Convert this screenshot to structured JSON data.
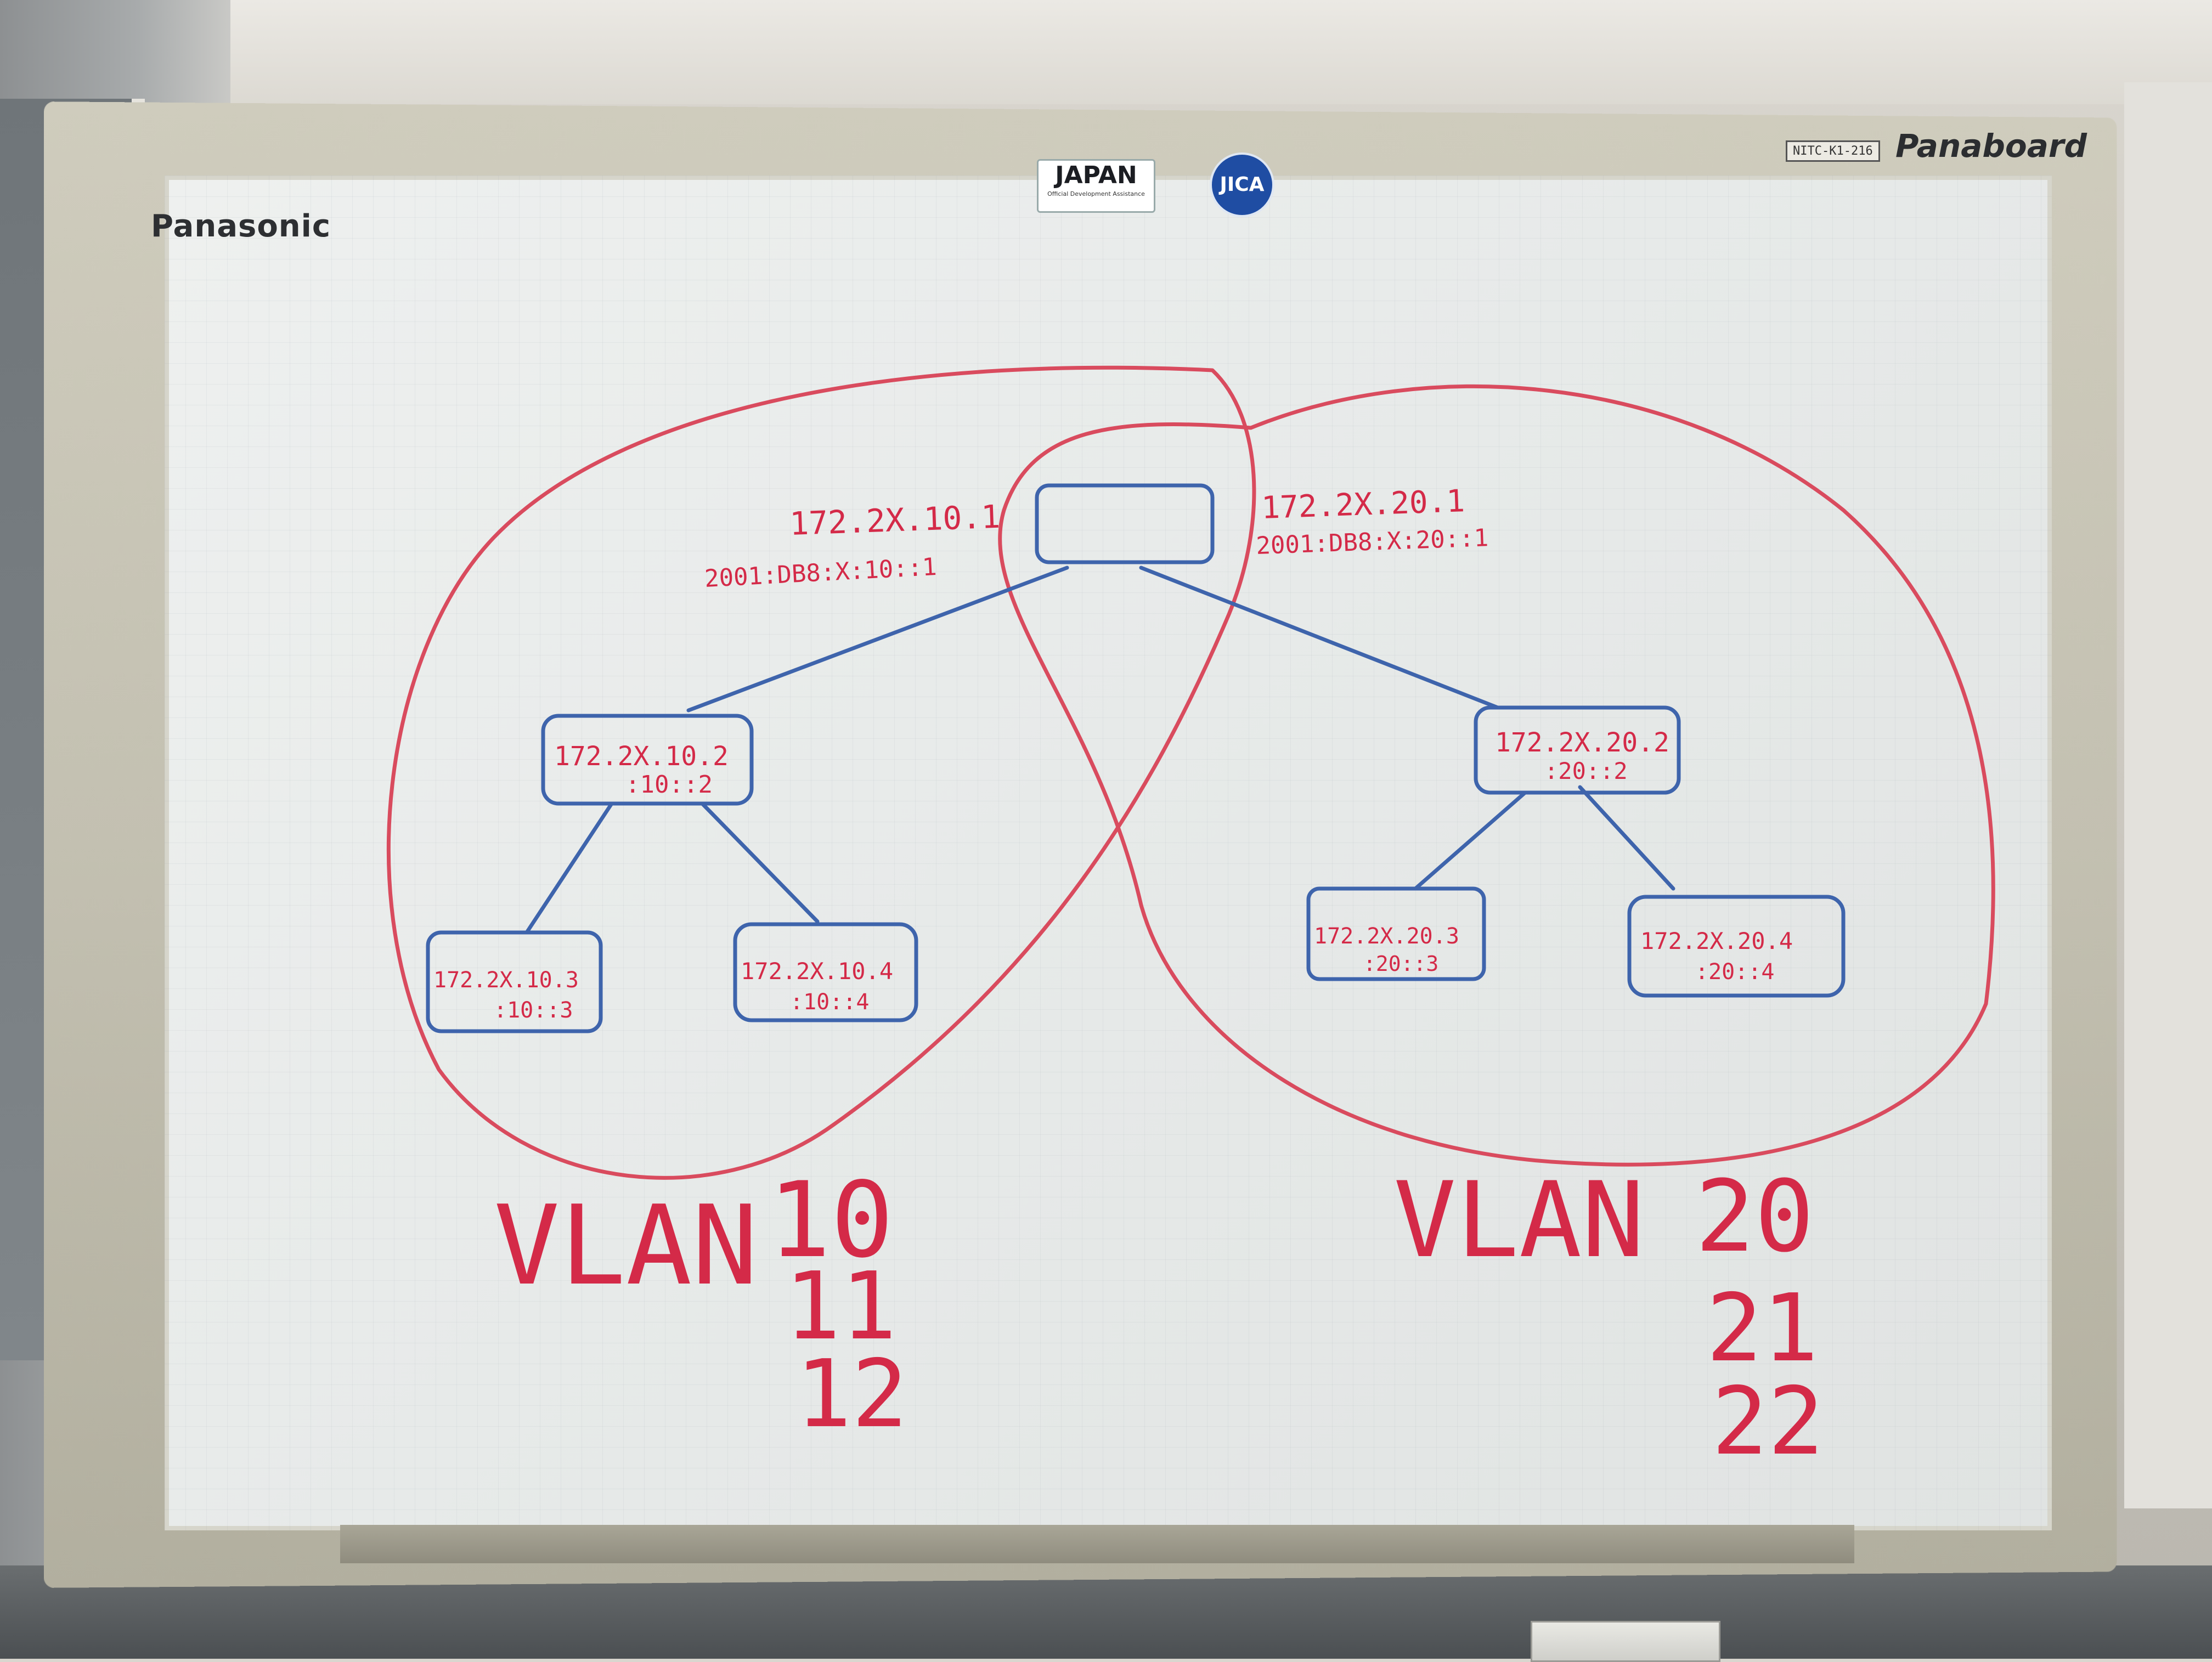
{
  "board": {
    "brand_left": "Panasonic",
    "brand_right": "Panaboard",
    "model_tag": "NITC-K1-216",
    "sticker_country": "JAPAN",
    "sticker_subtitle": "Official Development Assistance",
    "sticker_agency": "JICA"
  },
  "diagram": {
    "core_router": {
      "vlan10_gateway_v4": "172.2X.10.1",
      "vlan10_gateway_v6": "2001:DB8:X:10::1",
      "vlan20_gateway_v4": "172.2X.20.1",
      "vlan20_gateway_v6": "2001:DB8:X:20::1"
    },
    "left_switch": {
      "v4": "172.2X.10.2",
      "v6": ":10::2"
    },
    "right_switch": {
      "v4": "172.2X.20.2",
      "v6": ":20::2"
    },
    "left_hosts": [
      {
        "v4": "172.2X.10.3",
        "v6": ":10::3"
      },
      {
        "v4": "172.2X.10.4",
        "v6": ":10::4"
      }
    ],
    "right_hosts": [
      {
        "v4": "172.2X.20.3",
        "v6": ":20::3"
      },
      {
        "v4": "172.2X.20.4",
        "v6": ":20::4"
      }
    ],
    "left_vlan": {
      "label": "VLAN",
      "ids": [
        "10",
        "11",
        "12"
      ]
    },
    "right_vlan": {
      "label": "VLAN",
      "ids": [
        "20",
        "21",
        "22"
      ]
    }
  },
  "colors": {
    "marker_red": "#d42a48",
    "marker_blue": "#3e64ac",
    "board_white": "#e8ebea"
  }
}
